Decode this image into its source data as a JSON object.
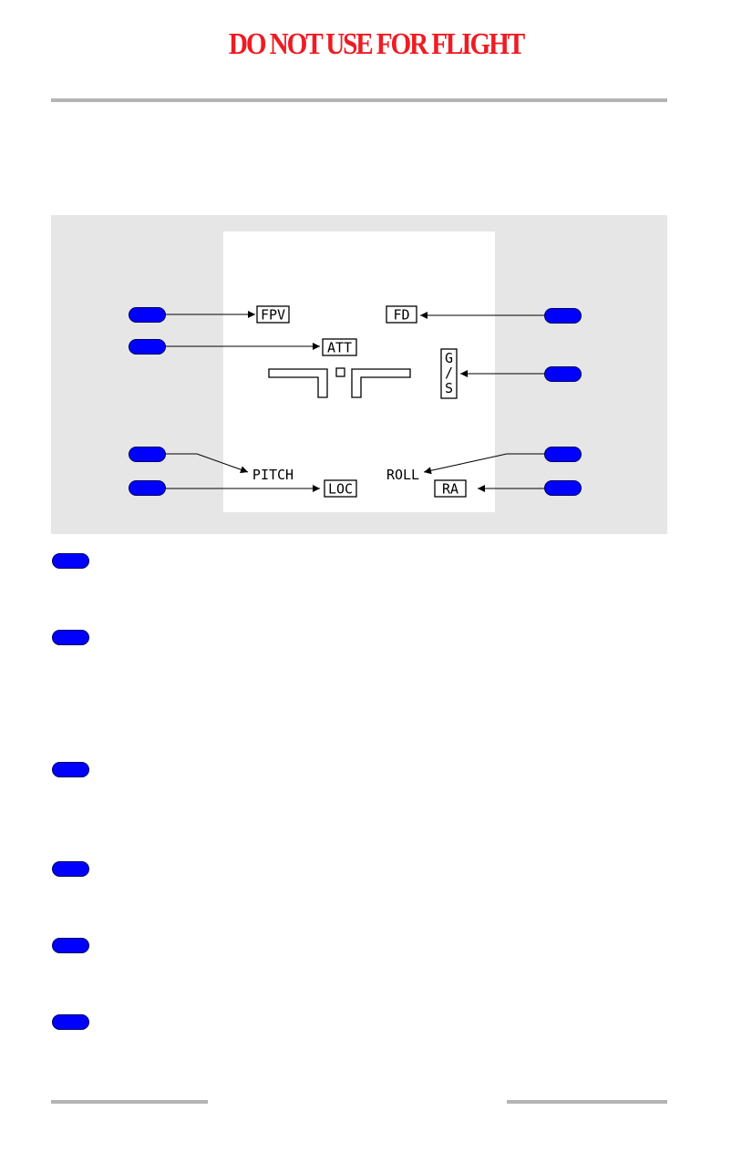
{
  "header": {
    "warning_text": "DO NOT USE FOR FLIGHT"
  },
  "diagram": {
    "labels": {
      "fpv": "FPV",
      "fd": "FD",
      "att": "ATT",
      "gs_top": "G",
      "gs_mid": "/",
      "gs_bottom": "S",
      "pitch": "PITCH",
      "roll": "ROLL",
      "loc": "LOC",
      "ra": "RA"
    }
  },
  "colors": {
    "warning": "#ee1c24",
    "callout": "#0000ff",
    "panel": "#e6e6e6",
    "display": "#ffffff",
    "rule": "#b4b4b4"
  }
}
